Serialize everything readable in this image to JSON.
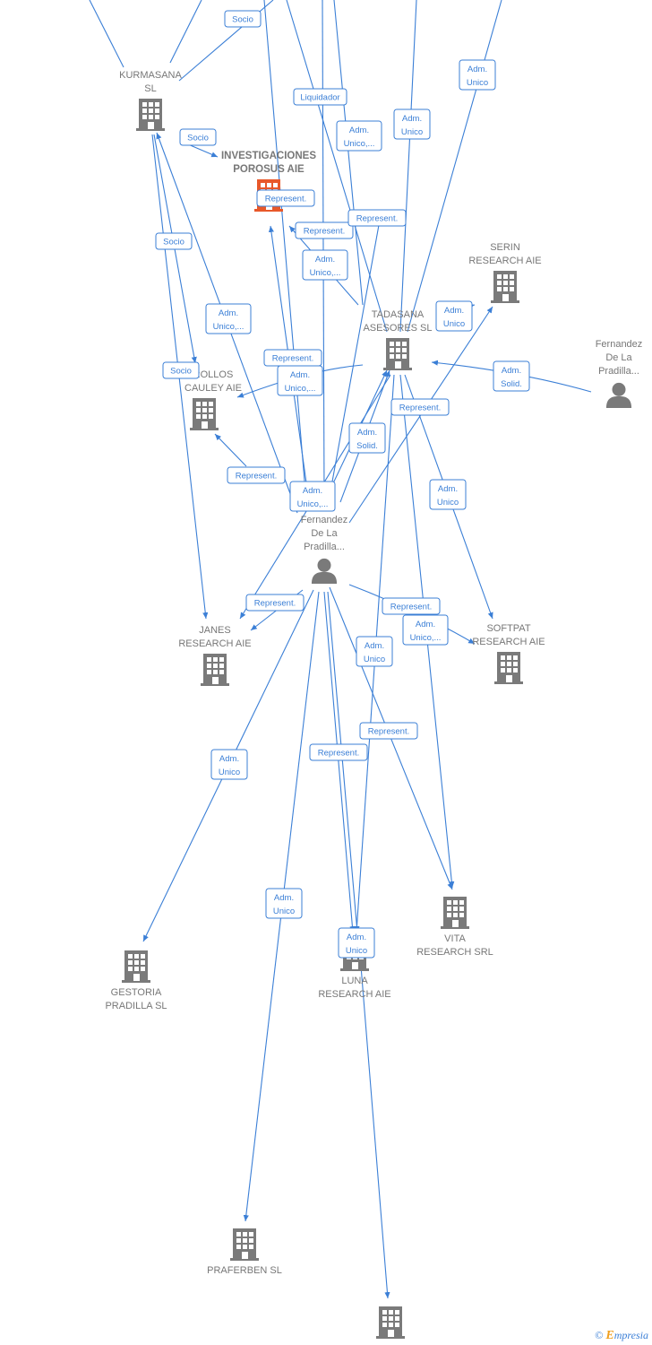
{
  "colors": {
    "edge": "#3b7fd6",
    "company_icon": "#7a7a7a",
    "highlight_icon": "#e8582a",
    "person_icon": "#7a7a7a",
    "label_text": "#777777"
  },
  "nodes": [
    {
      "id": "kurmasana",
      "kind": "company",
      "lines": [
        "KURMASANA",
        "SL"
      ]
    },
    {
      "id": "investigaciones",
      "kind": "company-highlight",
      "lines": [
        "INVESTIGACIONES",
        "POROSUS AIE"
      ]
    },
    {
      "id": "serin",
      "kind": "company",
      "lines": [
        "SERIN",
        "RESEARCH AIE"
      ]
    },
    {
      "id": "tadasana",
      "kind": "company",
      "lines": [
        "TADASANA",
        "ASESORES  SL"
      ]
    },
    {
      "id": "fernandez-right",
      "kind": "person",
      "lines": [
        "Fernandez",
        "De La",
        "Pradilla..."
      ]
    },
    {
      "id": "desarrollos",
      "kind": "company",
      "lines": [
        "ROLLOS",
        "CAULEY AIE"
      ]
    },
    {
      "id": "fernandez-center",
      "kind": "person",
      "lines": [
        "Fernandez",
        "De La",
        "Pradilla..."
      ]
    },
    {
      "id": "janes",
      "kind": "company",
      "lines": [
        "JANES",
        "RESEARCH AIE"
      ]
    },
    {
      "id": "softpat",
      "kind": "company",
      "lines": [
        "SOFTPAT",
        "RESEARCH AIE"
      ]
    },
    {
      "id": "vita",
      "kind": "company",
      "lines": [
        "VITA",
        "RESEARCH SRL"
      ]
    },
    {
      "id": "gestoria",
      "kind": "company",
      "lines": [
        "GESTORIA",
        "PRADILLA SL"
      ]
    },
    {
      "id": "luna",
      "kind": "company",
      "lines": [
        "LUNA",
        "RESEARCH AIE"
      ]
    },
    {
      "id": "praferben",
      "kind": "company",
      "lines": [
        "PRAFERBEN SL"
      ]
    },
    {
      "id": "bottom-company",
      "kind": "company",
      "lines": []
    }
  ],
  "edge_labels": [
    {
      "id": "socio-1",
      "lines": [
        "Socio"
      ]
    },
    {
      "id": "socio-2",
      "lines": [
        "Socio"
      ]
    },
    {
      "id": "socio-3",
      "lines": [
        "Socio"
      ]
    },
    {
      "id": "socio-4",
      "lines": [
        "Socio"
      ]
    },
    {
      "id": "liquidador",
      "lines": [
        "Liquidador"
      ]
    },
    {
      "id": "adm-unico-top",
      "lines": [
        "Adm.",
        "Unico"
      ]
    },
    {
      "id": "adm-unico-dots-1",
      "lines": [
        "Adm.",
        "Unico,..."
      ]
    },
    {
      "id": "adm-unico-2",
      "lines": [
        "Adm.",
        "Unico"
      ]
    },
    {
      "id": "represent-1",
      "lines": [
        "Represent."
      ]
    },
    {
      "id": "represent-2",
      "lines": [
        "Represent."
      ]
    },
    {
      "id": "represent-3",
      "lines": [
        "Represent."
      ]
    },
    {
      "id": "adm-unico-dots-2",
      "lines": [
        "Adm.",
        "Unico,..."
      ]
    },
    {
      "id": "adm-unico-3",
      "lines": [
        "Adm.",
        "Unico"
      ]
    },
    {
      "id": "adm-unico-dots-3",
      "lines": [
        "Adm.",
        "Unico,..."
      ]
    },
    {
      "id": "represent-4",
      "lines": [
        "Represent."
      ]
    },
    {
      "id": "adm-unico-dots-4",
      "lines": [
        "Adm.",
        "Unico,..."
      ]
    },
    {
      "id": "adm-solid-1",
      "lines": [
        "Adm.",
        "Solid."
      ]
    },
    {
      "id": "represent-5",
      "lines": [
        "Represent."
      ]
    },
    {
      "id": "adm-solid-2",
      "lines": [
        "Adm.",
        "Solid."
      ]
    },
    {
      "id": "represent-6",
      "lines": [
        "Represent."
      ]
    },
    {
      "id": "adm-unico-dots-5",
      "lines": [
        "Adm.",
        "Unico,..."
      ]
    },
    {
      "id": "adm-unico-4",
      "lines": [
        "Adm.",
        "Unico"
      ]
    },
    {
      "id": "represent-7",
      "lines": [
        "Represent."
      ]
    },
    {
      "id": "represent-8",
      "lines": [
        "Represent."
      ]
    },
    {
      "id": "adm-unico-dots-6",
      "lines": [
        "Adm.",
        "Unico,..."
      ]
    },
    {
      "id": "adm-unico-5",
      "lines": [
        "Adm.",
        "Unico"
      ]
    },
    {
      "id": "represent-9",
      "lines": [
        "Represent."
      ]
    },
    {
      "id": "adm-unico-6",
      "lines": [
        "Adm.",
        "Unico"
      ]
    },
    {
      "id": "represent-10",
      "lines": [
        "Represent."
      ]
    },
    {
      "id": "adm-unico-7",
      "lines": [
        "Adm.",
        "Unico"
      ]
    },
    {
      "id": "adm-unico-8",
      "lines": [
        "Adm.",
        "Unico"
      ]
    }
  ],
  "watermark": {
    "copyright": "©",
    "brand_initial": "E",
    "brand_rest": "mpresia"
  }
}
